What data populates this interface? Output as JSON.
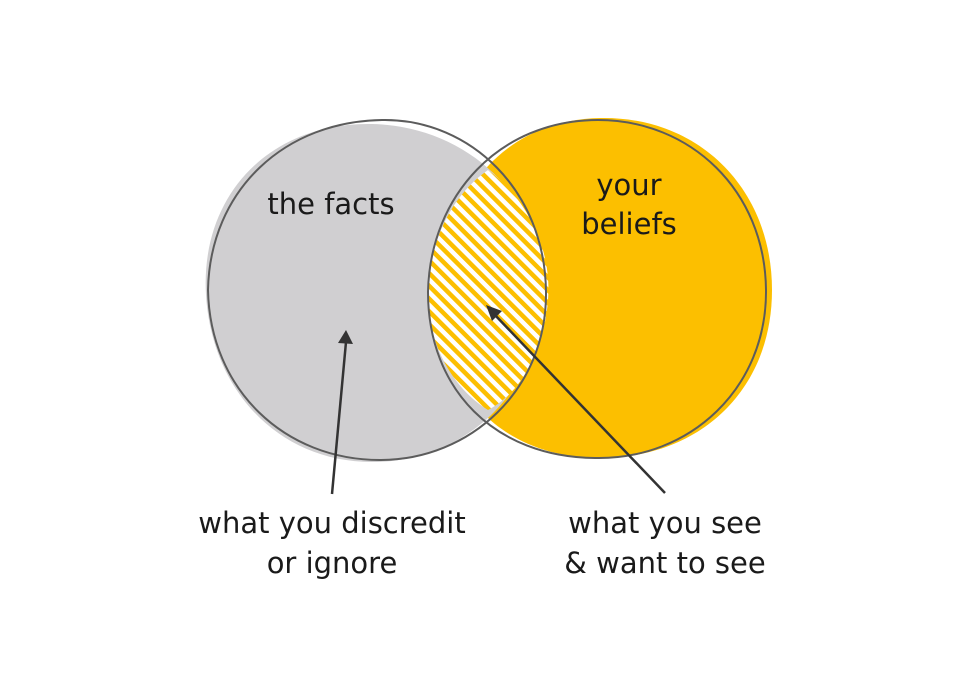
{
  "diagram": {
    "left_circle": {
      "label": "the facts",
      "color": "#d0cfd1"
    },
    "right_circle": {
      "label_line1": "your",
      "label_line2": "beliefs",
      "color": "#fcbf00"
    },
    "overlap": {
      "pattern": "diagonal-hatch",
      "color": "#fcbf00"
    },
    "outline_color": "#5c5c5c",
    "arrow_color": "#333333",
    "callouts": {
      "left": {
        "line1": "what you discredit",
        "line2": "or ignore"
      },
      "right": {
        "line1": "what you see",
        "line2": "& want to see"
      }
    }
  }
}
